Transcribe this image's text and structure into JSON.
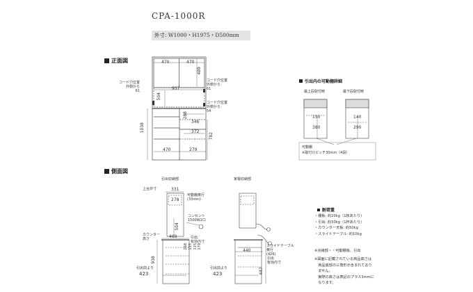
{
  "header": {
    "model": "CPA-1000R",
    "outer_dims": "外寸: W1000・H1975・D500mm"
  },
  "front_view": {
    "title": "正面図",
    "top_left": "470",
    "top_right": "470",
    "upper_height": "489",
    "inner_width": "957",
    "mid_height": "504",
    "cord_left_label": "コード穴位置\n外側から\n61",
    "cord_right_top_label": "コード穴位置\n外側から\n61",
    "cord_right_bottom_label": "コード穴位置\n外側から\n54",
    "d288": "288",
    "d346": "346",
    "d372": "372",
    "total_height_left": "1038",
    "right_height": "782",
    "bottom_left": "470",
    "bottom_right": "279"
  },
  "shelf_detail": {
    "title": "引出内の可動棚詳細",
    "left_caption": "最上段取付時",
    "right_caption": "最下段取付時",
    "left_d1": "150",
    "left_d2": "380",
    "right_d1": "140",
    "right_d2": "290",
    "movable_label": "可動棚",
    "pitch_note": "※取付けピッチ30mm（4段）"
  },
  "side_view": {
    "title": "側面図",
    "left_caption": "引出収納部",
    "right_caption": "家電収納部",
    "top_depth_label": "上台外寸",
    "top_depth": "331",
    "inner_depth": "278",
    "movable_shelf_depth": "可動棚奥行\n(33mm)",
    "outlet_label": "コンセント\n1500W2口",
    "d504": "504",
    "counter_label": "カウンター\n高さ",
    "counter_depth": "469",
    "drawer_label": "引出\n有効内寸",
    "dims_stack": [
      "268",
      "115",
      "115",
      "179"
    ],
    "d938": "938",
    "lower_depth_label": "引出前より",
    "lower_depth": "423",
    "right_440": "440",
    "slide_label": "スライドテーブル\n奥行\n(426)",
    "d447": "447",
    "right_drawer_label": "引出\n有効内寸",
    "right_lower_label": "引出前より",
    "right_lower": "423"
  },
  "load_limits": {
    "title": "耐荷重",
    "items": [
      "・棚板: 約20kg（1枚あたり）",
      "・引出: 約30kg（1杯あたり）",
      "・カウンター天板: 約50kg",
      "・スライドテーブル: 約10kg"
    ]
  },
  "notes": {
    "n1": "※点線部・・可動棚板、引出",
    "n2": [
      "※図面に記載されている商品高さは",
      "　商品底部の三角形が含まれており",
      "　ません。",
      "　実際の高さは表記のプラス3mmに",
      "　なります。"
    ]
  }
}
